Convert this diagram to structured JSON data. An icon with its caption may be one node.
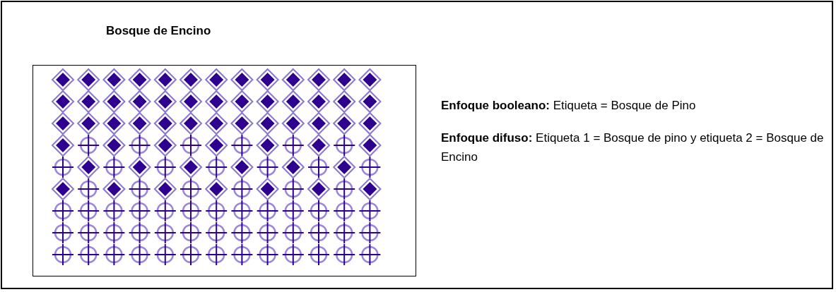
{
  "diagram": {
    "title": "Bosque de Encino",
    "labels": [
      "**Enfoque booleano:** Etiqueta = Bosque de Pino",
      "**Enfoque difuso:** Etiqueta 1 = Bosque de pino y etiqueta 2 = Bosque de Encino"
    ]
  }
}
